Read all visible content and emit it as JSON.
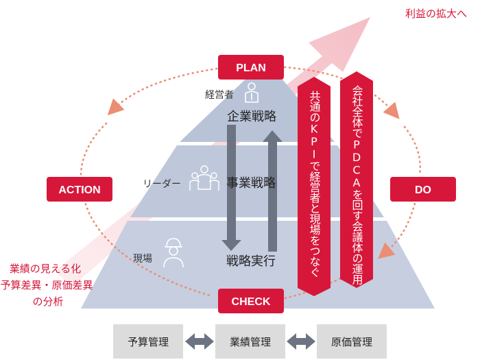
{
  "goal": {
    "label": "利益の拡大へ"
  },
  "cycle": {
    "plan": "PLAN",
    "do": "DO",
    "check": "CHECK",
    "action": "ACTION"
  },
  "pyramid": {
    "levels": [
      {
        "role": "経営者",
        "role_icon": "executive-person-icon",
        "activity": "企業戦略"
      },
      {
        "role": "リーダー",
        "role_icon": "leaders-group-icon",
        "activity": "事業戦略"
      },
      {
        "role": "現場",
        "role_icon": "worker-helmet-icon",
        "activity": "戦略実行"
      }
    ]
  },
  "banners": {
    "kpi": "共通のKPIで経営者と現場をつなぐ",
    "pdca": "会社全体でPDCAを回す会議体の運用"
  },
  "left_note": {
    "line1": "業績の見える化",
    "line2": "予算差異・原価差異",
    "line3": "の分析"
  },
  "management": {
    "left": "予算管理",
    "center": "業績管理",
    "right": "原価管理"
  },
  "colors": {
    "accent_red": "#d7173a",
    "pyramid_top": "#b9c3d8",
    "pyramid_mid": "#bfc8db",
    "pyramid_bottom": "#c6cee0",
    "arrow_gray": "#6c7382",
    "box_gray": "#dcdcdc",
    "dotted_orange": "#ec8d74"
  }
}
